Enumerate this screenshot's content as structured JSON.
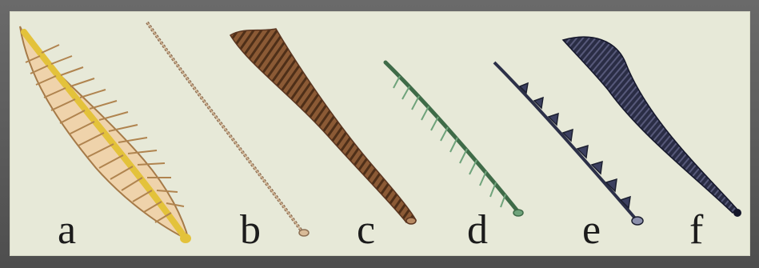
{
  "figure": {
    "labels": [
      "a",
      "b",
      "c",
      "d",
      "e",
      "f"
    ],
    "colors": {
      "background_frame": "#5b5b5b",
      "panel": "#e7e9d8",
      "a": "#e3b67a",
      "b": "#b59576",
      "c": "#7b4d2d",
      "d": "#5f9a6a",
      "e": "#2b2f45",
      "f": "#252839"
    }
  }
}
